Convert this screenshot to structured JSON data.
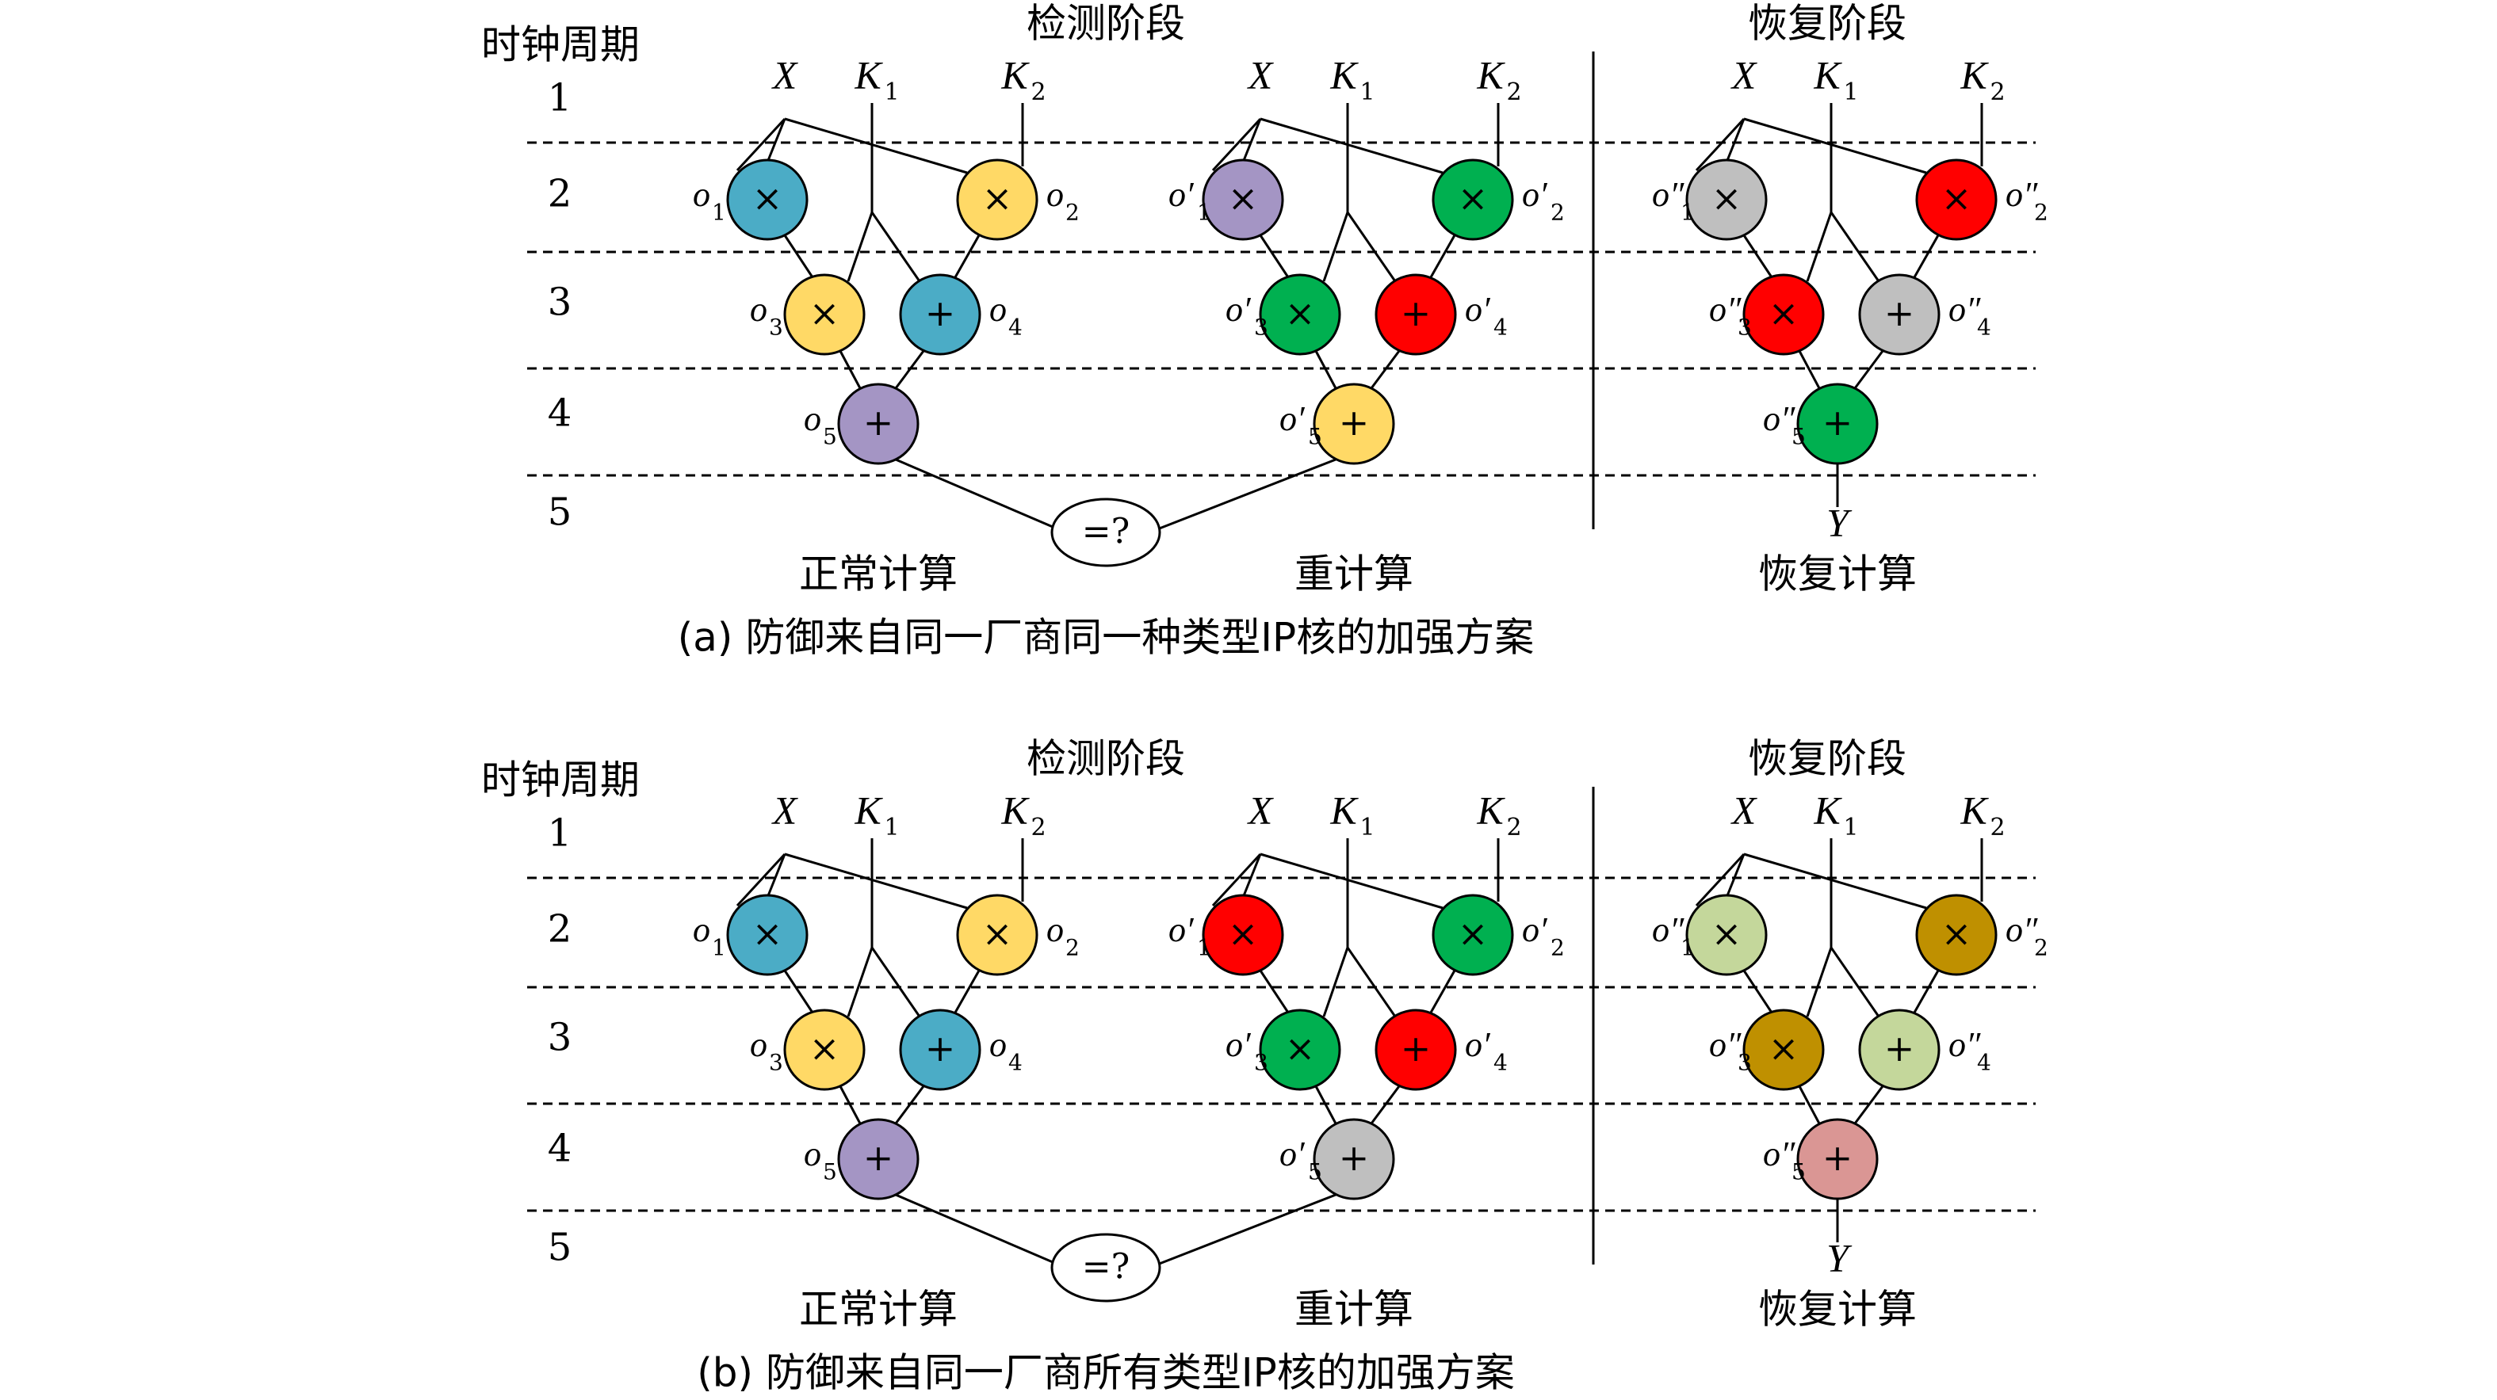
{
  "colors": {
    "blue": "#4BACC6",
    "yellow": "#FFD966",
    "purple": "#A495C4",
    "green": "#00B050",
    "red": "#FF0000",
    "gray": "#BFBFBF",
    "light_green": "#C4D79B",
    "dark_gold": "#BF9000",
    "pink": "#DA9694"
  },
  "panels": [
    {
      "id": "a",
      "caption": "(a) 防御来自同一厂商同一种类型IP核的加强方案",
      "clock_label": "时钟周期",
      "cycles": [
        "1",
        "2",
        "3",
        "4",
        "5"
      ],
      "detect_title": "检测阶段",
      "recover_title": "恢复阶段",
      "inputs": {
        "x": "X",
        "k1": "K",
        "k1_sub": "1",
        "k2": "K",
        "k2_sub": "2"
      },
      "compare_label": "=?",
      "output_label": "Y",
      "normal_label": "正常计算",
      "recompute_label": "重计算",
      "recover_label": "恢复计算",
      "normal": {
        "o1": {
          "op": "×",
          "color": "blue",
          "label": "o",
          "sub": "1"
        },
        "o2": {
          "op": "×",
          "color": "yellow",
          "label": "o",
          "sub": "2"
        },
        "o3": {
          "op": "×",
          "color": "yellow",
          "label": "o",
          "sub": "3"
        },
        "o4": {
          "op": "+",
          "color": "blue",
          "label": "o",
          "sub": "4"
        },
        "o5": {
          "op": "+",
          "color": "purple",
          "label": "o",
          "sub": "5"
        }
      },
      "recompute": {
        "o1": {
          "op": "×",
          "color": "purple",
          "label": "o′",
          "sub": "1"
        },
        "o2": {
          "op": "×",
          "color": "green",
          "label": "o′",
          "sub": "2"
        },
        "o3": {
          "op": "×",
          "color": "green",
          "label": "o′",
          "sub": "3"
        },
        "o4": {
          "op": "+",
          "color": "red",
          "label": "o′",
          "sub": "4"
        },
        "o5": {
          "op": "+",
          "color": "yellow",
          "label": "o′",
          "sub": "5"
        }
      },
      "recover": {
        "o1": {
          "op": "×",
          "color": "gray",
          "label": "o″",
          "sub": "1"
        },
        "o2": {
          "op": "×",
          "color": "red",
          "label": "o″",
          "sub": "2"
        },
        "o3": {
          "op": "×",
          "color": "red",
          "label": "o″",
          "sub": "3"
        },
        "o4": {
          "op": "+",
          "color": "gray",
          "label": "o″",
          "sub": "4"
        },
        "o5": {
          "op": "+",
          "color": "green",
          "label": "o″",
          "sub": "5"
        }
      }
    },
    {
      "id": "b",
      "caption": "(b) 防御来自同一厂商所有类型IP核的加强方案",
      "clock_label": "时钟周期",
      "cycles": [
        "1",
        "2",
        "3",
        "4",
        "5"
      ],
      "detect_title": "检测阶段",
      "recover_title": "恢复阶段",
      "inputs": {
        "x": "X",
        "k1": "K",
        "k1_sub": "1",
        "k2": "K",
        "k2_sub": "2"
      },
      "compare_label": "=?",
      "output_label": "Y",
      "normal_label": "正常计算",
      "recompute_label": "重计算",
      "recover_label": "恢复计算",
      "normal": {
        "o1": {
          "op": "×",
          "color": "blue",
          "label": "o",
          "sub": "1"
        },
        "o2": {
          "op": "×",
          "color": "yellow",
          "label": "o",
          "sub": "2"
        },
        "o3": {
          "op": "×",
          "color": "yellow",
          "label": "o",
          "sub": "3"
        },
        "o4": {
          "op": "+",
          "color": "blue",
          "label": "o",
          "sub": "4"
        },
        "o5": {
          "op": "+",
          "color": "purple",
          "label": "o",
          "sub": "5"
        }
      },
      "recompute": {
        "o1": {
          "op": "×",
          "color": "red",
          "label": "o′",
          "sub": "1"
        },
        "o2": {
          "op": "×",
          "color": "green",
          "label": "o′",
          "sub": "2"
        },
        "o3": {
          "op": "×",
          "color": "green",
          "label": "o′",
          "sub": "3"
        },
        "o4": {
          "op": "+",
          "color": "red",
          "label": "o′",
          "sub": "4"
        },
        "o5": {
          "op": "+",
          "color": "gray",
          "label": "o′",
          "sub": "5"
        }
      },
      "recover": {
        "o1": {
          "op": "×",
          "color": "light_green",
          "label": "o″",
          "sub": "1"
        },
        "o2": {
          "op": "×",
          "color": "dark_gold",
          "label": "o″",
          "sub": "2"
        },
        "o3": {
          "op": "×",
          "color": "dark_gold",
          "label": "o″",
          "sub": "3"
        },
        "o4": {
          "op": "+",
          "color": "light_green",
          "label": "o″",
          "sub": "4"
        },
        "o5": {
          "op": "+",
          "color": "pink",
          "label": "o″",
          "sub": "5"
        }
      }
    }
  ]
}
